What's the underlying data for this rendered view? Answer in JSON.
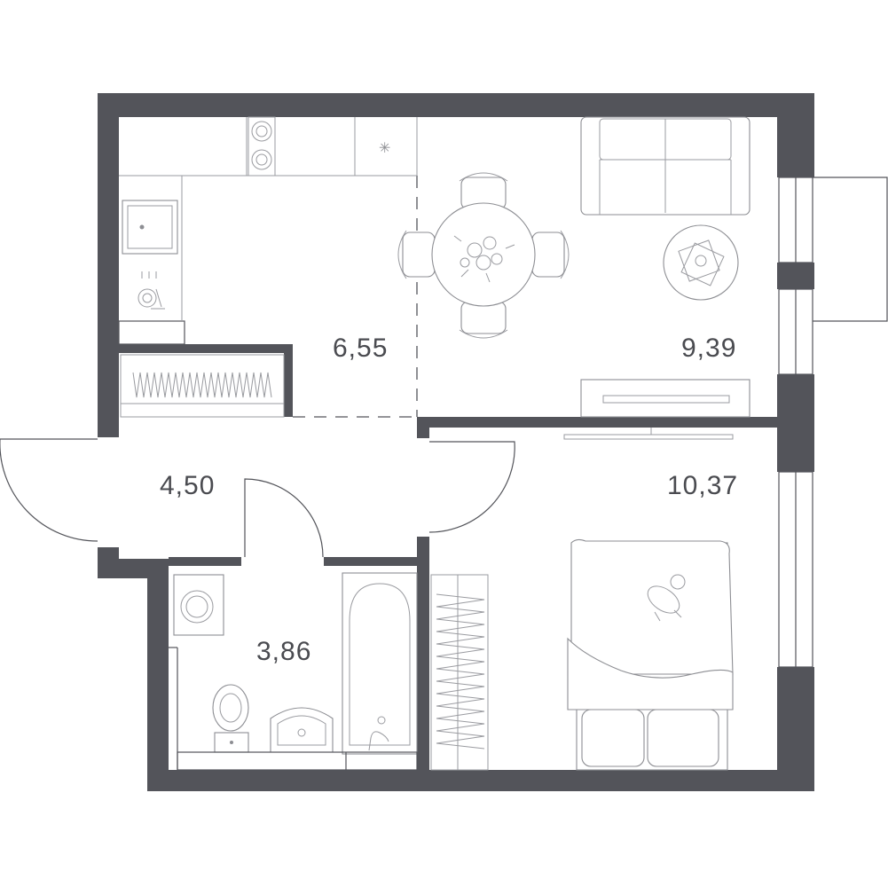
{
  "plan": {
    "rooms": [
      {
        "id": "kitchen",
        "area": "6,55"
      },
      {
        "id": "living",
        "area": "9,39"
      },
      {
        "id": "hall",
        "area": "4,50"
      },
      {
        "id": "bedroom",
        "area": "10,37"
      },
      {
        "id": "bathroom",
        "area": "3,86"
      }
    ]
  },
  "colors": {
    "wall": "#53545a",
    "furniture": "#8d8e93",
    "background": "#ffffff"
  }
}
